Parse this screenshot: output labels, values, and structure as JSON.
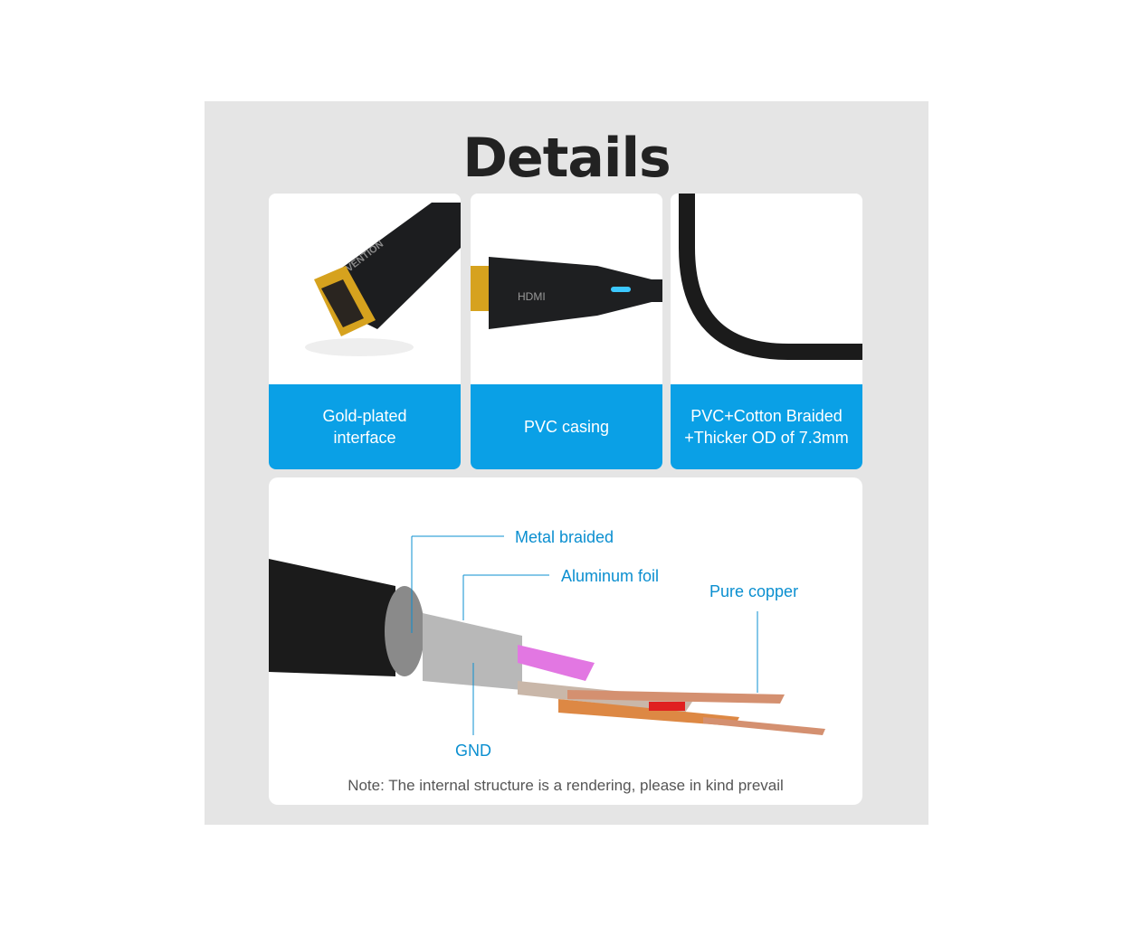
{
  "title": "Details",
  "cards": [
    {
      "line1": "Gold-plated",
      "line2": "interface"
    },
    {
      "line1": "PVC casing",
      "line2": ""
    },
    {
      "line1": "PVC+Cotton Braided",
      "line2": "+Thicker OD of 7.3mm"
    }
  ],
  "product_logo_text": [
    "VENTION",
    "HDMI"
  ],
  "structure": {
    "labels": {
      "metal_braided": "Metal braided",
      "aluminum_foil": "Aluminum foil",
      "pure_copper": "Pure copper",
      "gnd": "GND"
    },
    "note": "Note: The internal structure is a rendering, please in kind prevail"
  },
  "colors": {
    "accent": "#0aa0e6",
    "label": "#0b8fd0",
    "panel": "#e5e5e5"
  }
}
